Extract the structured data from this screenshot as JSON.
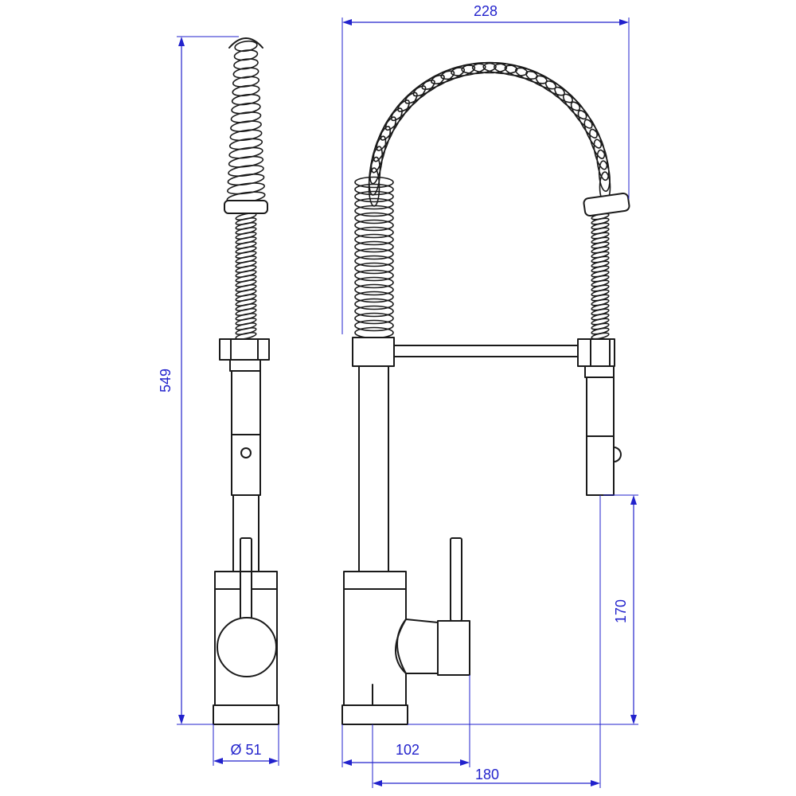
{
  "dimensions": {
    "overall_height": "549",
    "overall_width": "228",
    "spout_height": "170",
    "base_diameter": "Ø 51",
    "handle_offset": "102",
    "spout_reach": "180"
  },
  "colors": {
    "drawing_line": "#1a1a1a",
    "dimension_line": "#2222cc",
    "background": "#ffffff"
  }
}
